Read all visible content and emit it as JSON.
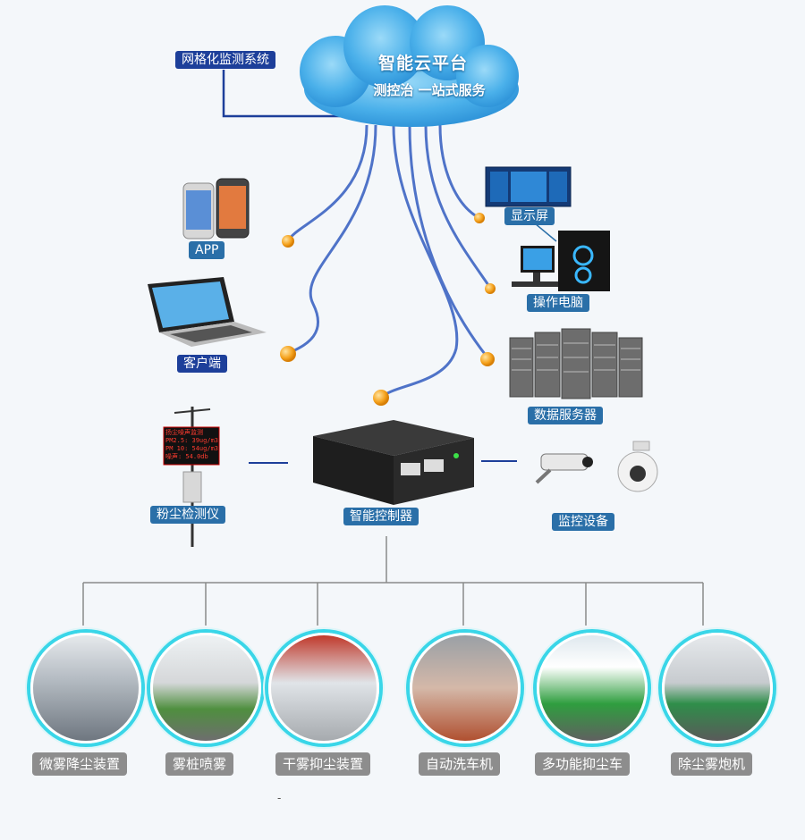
{
  "cloud": {
    "title": "智能云平台",
    "subtitle": "测控治 一站式服务"
  },
  "labels": {
    "grid_monitor": "网格化监测系统",
    "app": "APP",
    "client": "客户端",
    "display": "显示屏",
    "pc": "操作电脑",
    "server": "数据服务器",
    "dust_monitor": "粉尘检测仪",
    "controller": "智能控制器",
    "monitor_device": "监控设备"
  },
  "dust_screen": {
    "lines": [
      "扬尘噪声监测",
      "PM2.5: 39ug/m3",
      "PM 10: 54ug/m3",
      "噪声: 54.0db"
    ]
  },
  "devices": [
    {
      "label": "微雾降尘装置",
      "icon": "mist-fog-indoor"
    },
    {
      "label": "雾桩喷雾",
      "icon": "fog-pile-spray"
    },
    {
      "label": "干雾抑尘装置",
      "icon": "dry-fog-hopper"
    },
    {
      "label": "自动洗车机",
      "icon": "car-wash"
    },
    {
      "label": "多功能抑尘车",
      "icon": "dust-truck"
    },
    {
      "label": "除尘雾炮机",
      "icon": "fog-cannon"
    }
  ],
  "footer_mark": "-",
  "colors": {
    "cloud": "#58b8ee",
    "cable": "#4f73c8",
    "node": "#f5a21d",
    "ring": "#3ad6e8",
    "label": "#2a6fa8",
    "label_dark": "#1d3f9a",
    "device_label": "#8d8d8d"
  }
}
